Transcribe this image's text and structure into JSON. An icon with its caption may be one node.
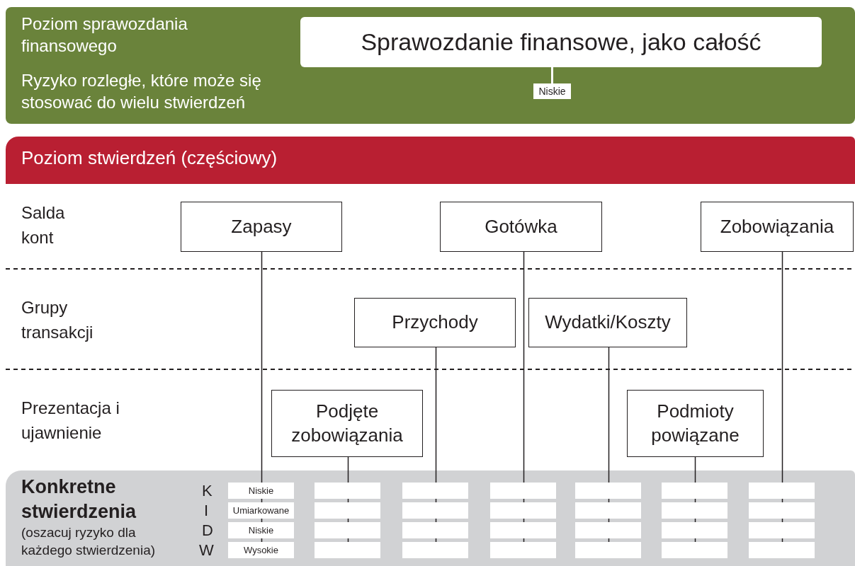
{
  "diagram": {
    "nodes": [
      {
        "text": [
          "Poziom sprawozdania finansowego",
          "Ryzyko rozległe, które może się stosować do wielu stwierdzeń"
        ]
      },
      {
        "text": [
          "Sprawozdanie finansowe, jako całość"
        ],
        "in": 0
      },
      {
        "text": [
          "Niskie"
        ],
        "in": 0
      },
      {
        "text": [
          "Poziom stwierdzeń (częściowy)"
        ]
      },
      {
        "text": [
          "Zapasy"
        ]
      },
      {
        "text": [
          "Gotówka"
        ]
      },
      {
        "text": [
          "Zobowiązania"
        ]
      },
      {
        "text": [
          "Przychody"
        ]
      },
      {
        "text": [
          "Wydatki/Koszty"
        ]
      },
      {
        "text": [
          "Podjęte zobowiązania"
        ]
      },
      {
        "text": [
          "Podmioty powiązane"
        ]
      },
      {
        "text": [
          "Konkretne stwierdzenia",
          "(oszacuj ryzyko dla każdego stwierdzenia)"
        ]
      },
      {
        "text": [
          "Niskie"
        ],
        "in": 11
      },
      {
        "text": [],
        "shape": "box",
        "in": 11
      },
      {
        "text": [],
        "shape": "box",
        "in": 11
      },
      {
        "text": [],
        "shape": "box",
        "in": 11
      },
      {
        "text": [],
        "shape": "box",
        "in": 11
      },
      {
        "text": [],
        "shape": "box",
        "in": 11
      },
      {
        "text": [],
        "shape": "box",
        "in": 11
      },
      {
        "text": [
          "Umiarkowane"
        ],
        "in": 11
      },
      {
        "text": [],
        "shape": "box",
        "in": 11
      },
      {
        "text": [],
        "shape": "box",
        "in": 11
      },
      {
        "text": [],
        "shape": "box",
        "in": 11
      },
      {
        "text": [],
        "shape": "box",
        "in": 11
      },
      {
        "text": [],
        "shape": "box",
        "in": 11
      },
      {
        "text": [],
        "shape": "box",
        "in": 11
      },
      {
        "text": [
          "Niskie"
        ],
        "in": 11
      },
      {
        "text": [],
        "shape": "box",
        "in": 11
      },
      {
        "text": [],
        "shape": "box",
        "in": 11
      },
      {
        "text": [],
        "shape": "box",
        "in": 11
      },
      {
        "text": [],
        "shape": "box",
        "in": 11
      },
      {
        "text": [],
        "shape": "box",
        "in": 11
      },
      {
        "text": [],
        "shape": "box",
        "in": 11
      },
      {
        "text": [
          "Wysokie"
        ],
        "in": 11
      },
      {
        "text": [],
        "shape": "box",
        "in": 11
      },
      {
        "text": [],
        "shape": "box",
        "in": 11
      },
      {
        "text": [],
        "shape": "box",
        "in": 11
      },
      {
        "text": [],
        "shape": "box",
        "in": 11
      },
      {
        "text": [],
        "shape": "box",
        "in": 11
      },
      {
        "text": [],
        "shape": "box",
        "in": 11
      }
    ],
    "edges": [
      {
        "from": 1,
        "to": 2,
        "arrow": "none",
        "color": "#ffffff"
      },
      {
        "from": 4,
        "to": 12,
        "arrow": "none"
      },
      {
        "from": 12,
        "to": 19,
        "arrow": "none"
      },
      {
        "from": 19,
        "to": 26,
        "arrow": "none"
      },
      {
        "from": 26,
        "to": 33,
        "arrow": "none"
      },
      {
        "from": 9,
        "to": 13,
        "arrow": "none"
      },
      {
        "from": 13,
        "to": 20,
        "arrow": "none"
      },
      {
        "from": 20,
        "to": 27,
        "arrow": "none"
      },
      {
        "from": 27,
        "to": 34,
        "arrow": "none"
      },
      {
        "from": 7,
        "to": 14,
        "arrow": "none"
      },
      {
        "from": 14,
        "to": 21,
        "arrow": "none"
      },
      {
        "from": 21,
        "to": 28,
        "arrow": "none"
      },
      {
        "from": 28,
        "to": 35,
        "arrow": "none"
      },
      {
        "from": 5,
        "to": 15,
        "arrow": "none"
      },
      {
        "from": 15,
        "to": 22,
        "arrow": "none"
      },
      {
        "from": 22,
        "to": 29,
        "arrow": "none"
      },
      {
        "from": 29,
        "to": 36,
        "arrow": "none"
      },
      {
        "from": 8,
        "to": 16,
        "arrow": "none"
      },
      {
        "from": 16,
        "to": 23,
        "arrow": "none"
      },
      {
        "from": 23,
        "to": 30,
        "arrow": "none"
      },
      {
        "from": 30,
        "to": 37,
        "arrow": "none"
      },
      {
        "from": 10,
        "to": 17,
        "arrow": "none"
      },
      {
        "from": 17,
        "to": 24,
        "arrow": "none"
      },
      {
        "from": 24,
        "to": 31,
        "arrow": "none"
      },
      {
        "from": 31,
        "to": 38,
        "arrow": "none"
      },
      {
        "from": 6,
        "to": 18,
        "arrow": "none"
      },
      {
        "from": 18,
        "to": 25,
        "arrow": "none"
      },
      {
        "from": 25,
        "to": 32,
        "arrow": "none"
      },
      {
        "from": 32,
        "to": 39,
        "arrow": "none"
      }
    ],
    "labels": [
      "Salda kont",
      "Grupy transakcji",
      "Prezentacja i ujawnienie",
      "K",
      "I",
      "D",
      "W"
    ]
  }
}
